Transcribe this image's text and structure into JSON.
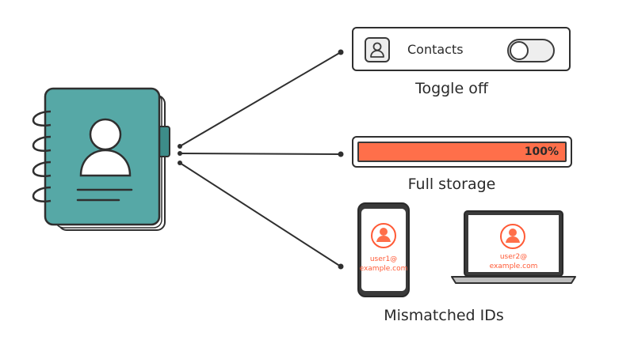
{
  "colors": {
    "ink": "#2f2f2f",
    "teal": "#56a8a6",
    "teal_dark": "#3d8c89",
    "accent": "#ff6f4a",
    "email": "#ff5a36"
  },
  "address_book": {
    "icon": "address-book-icon"
  },
  "toggle_card": {
    "icon": "user-icon",
    "label": "Contacts",
    "enabled": false,
    "caption": "Toggle off"
  },
  "storage": {
    "percent_text": "100%",
    "fill_fraction": 1.0,
    "caption": "Full storage"
  },
  "devices": {
    "phone": {
      "email_line1": "user1@",
      "email_line2": "example.com"
    },
    "laptop": {
      "email_line1": "user2@",
      "email_line2": "example.com"
    },
    "caption": "Mismatched IDs"
  }
}
